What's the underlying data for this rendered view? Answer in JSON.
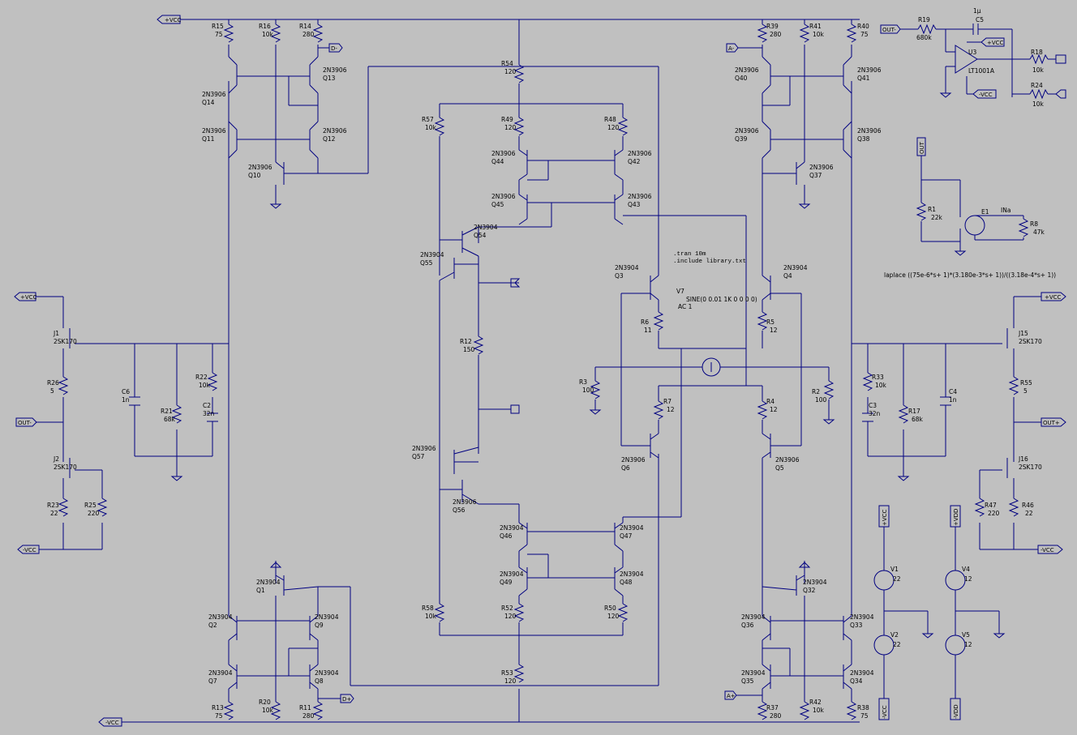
{
  "colors": {
    "background": "#c0c0c0",
    "wire": "#000080",
    "text": "#000000"
  },
  "resistors": [
    {
      "ref": "R15",
      "val": "75"
    },
    {
      "ref": "R16",
      "val": "10k"
    },
    {
      "ref": "R14",
      "val": "280"
    },
    {
      "ref": "R54",
      "val": "120"
    },
    {
      "ref": "R57",
      "val": "10k"
    },
    {
      "ref": "R49",
      "val": "120"
    },
    {
      "ref": "R48",
      "val": "120"
    },
    {
      "ref": "R39",
      "val": "280"
    },
    {
      "ref": "R41",
      "val": "10k"
    },
    {
      "ref": "R40",
      "val": "75"
    },
    {
      "ref": "R19",
      "val": "680k"
    },
    {
      "ref": "R18",
      "val": "10k"
    },
    {
      "ref": "R24",
      "val": "10k"
    },
    {
      "ref": "R1",
      "val": "22k"
    },
    {
      "ref": "R8",
      "val": "47k"
    },
    {
      "ref": "R26",
      "val": "5"
    },
    {
      "ref": "R22",
      "val": "10k"
    },
    {
      "ref": "R21",
      "val": "68k"
    },
    {
      "ref": "R12",
      "val": "150"
    },
    {
      "ref": "R6",
      "val": "11"
    },
    {
      "ref": "R5",
      "val": "12"
    },
    {
      "ref": "R3",
      "val": "100"
    },
    {
      "ref": "R7",
      "val": "12"
    },
    {
      "ref": "R4",
      "val": "12"
    },
    {
      "ref": "R2",
      "val": "100"
    },
    {
      "ref": "R33",
      "val": "10k"
    },
    {
      "ref": "R17",
      "val": "68k"
    },
    {
      "ref": "R55",
      "val": "5"
    },
    {
      "ref": "R23",
      "val": "22"
    },
    {
      "ref": "R25",
      "val": "220"
    },
    {
      "ref": "R47",
      "val": "220"
    },
    {
      "ref": "R46",
      "val": "22"
    },
    {
      "ref": "R58",
      "val": "10k"
    },
    {
      "ref": "R52",
      "val": "120"
    },
    {
      "ref": "R50",
      "val": "120"
    },
    {
      "ref": "R53",
      "val": "120"
    },
    {
      "ref": "R13",
      "val": "75"
    },
    {
      "ref": "R20",
      "val": "10k"
    },
    {
      "ref": "R11",
      "val": "280"
    },
    {
      "ref": "R37",
      "val": "280"
    },
    {
      "ref": "R42",
      "val": "10k"
    },
    {
      "ref": "R38",
      "val": "75"
    }
  ],
  "capacitors": [
    {
      "ref": "C5",
      "val": "1µ"
    },
    {
      "ref": "C6",
      "val": "1n"
    },
    {
      "ref": "C2",
      "val": "32n"
    },
    {
      "ref": "C3",
      "val": "32n"
    },
    {
      "ref": "C4",
      "val": "1n"
    }
  ],
  "transistors": [
    {
      "ref": "Q14",
      "type": "2N3906"
    },
    {
      "ref": "Q13",
      "type": "2N3906"
    },
    {
      "ref": "Q11",
      "type": "2N3906"
    },
    {
      "ref": "Q12",
      "type": "2N3906"
    },
    {
      "ref": "Q10",
      "type": "2N3906"
    },
    {
      "ref": "Q44",
      "type": "2N3906"
    },
    {
      "ref": "Q42",
      "type": "2N3906"
    },
    {
      "ref": "Q45",
      "type": "2N3906"
    },
    {
      "ref": "Q43",
      "type": "2N3906"
    },
    {
      "ref": "Q54",
      "type": "2N3904"
    },
    {
      "ref": "Q55",
      "type": "2N3904"
    },
    {
      "ref": "Q3",
      "type": "2N3904"
    },
    {
      "ref": "Q4",
      "type": "2N3904"
    },
    {
      "ref": "Q6",
      "type": "2N3906"
    },
    {
      "ref": "Q5",
      "type": "2N3906"
    },
    {
      "ref": "Q57",
      "type": "2N3906"
    },
    {
      "ref": "Q56",
      "type": "2N3906"
    },
    {
      "ref": "Q46",
      "type": "2N3904"
    },
    {
      "ref": "Q47",
      "type": "2N3904"
    },
    {
      "ref": "Q49",
      "type": "2N3904"
    },
    {
      "ref": "Q48",
      "type": "2N3904"
    },
    {
      "ref": "Q40",
      "type": "2N3906"
    },
    {
      "ref": "Q41",
      "type": "2N3906"
    },
    {
      "ref": "Q39",
      "type": "2N3906"
    },
    {
      "ref": "Q38",
      "type": "2N3906"
    },
    {
      "ref": "Q37",
      "type": "2N3906"
    },
    {
      "ref": "Q1",
      "type": "2N3904"
    },
    {
      "ref": "Q2",
      "type": "2N3904"
    },
    {
      "ref": "Q9",
      "type": "2N3904"
    },
    {
      "ref": "Q7",
      "type": "2N3904"
    },
    {
      "ref": "Q8",
      "type": "2N3904"
    },
    {
      "ref": "Q32",
      "type": "2N3904"
    },
    {
      "ref": "Q36",
      "type": "2N3904"
    },
    {
      "ref": "Q33",
      "type": "2N3904"
    },
    {
      "ref": "Q35",
      "type": "2N3904"
    },
    {
      "ref": "Q34",
      "type": "2N3904"
    }
  ],
  "jfets": [
    {
      "ref": "J1",
      "type": "2SK170"
    },
    {
      "ref": "J2",
      "type": "2SK170"
    },
    {
      "ref": "J15",
      "type": "2SK170"
    },
    {
      "ref": "J16",
      "type": "2SK170"
    }
  ],
  "opamp": {
    "ref": "U3",
    "type": "LT1001A"
  },
  "sources": [
    {
      "ref": "V1",
      "val": "22"
    },
    {
      "ref": "V2",
      "val": "22"
    },
    {
      "ref": "V4",
      "val": "12"
    },
    {
      "ref": "V5",
      "val": "12"
    }
  ],
  "v7": {
    "ref": "V7",
    "line1": "SINE(0 0.01 1K 0 0 0 0)",
    "line2": "AC 1"
  },
  "e1": {
    "ref": "E1",
    "extra": "INa"
  },
  "laplace": "laplace ((75e-6*s+ 1)*(3.180e-3*s+ 1))/((3.18e-4*s+ 1))",
  "directives": [
    ".tran 10m",
    ".include library.txt"
  ],
  "flags": {
    "vcc": "+VCC",
    "nvcc": "-VCC",
    "out_neg": "OUT-",
    "out_pos": "OUT+",
    "d_neg": "D-",
    "d_pos": "D+",
    "a_neg": "A-",
    "a_pos": "A+",
    "vdd": "+VDD",
    "nvdd": "-VDD",
    "out": "OUT"
  }
}
